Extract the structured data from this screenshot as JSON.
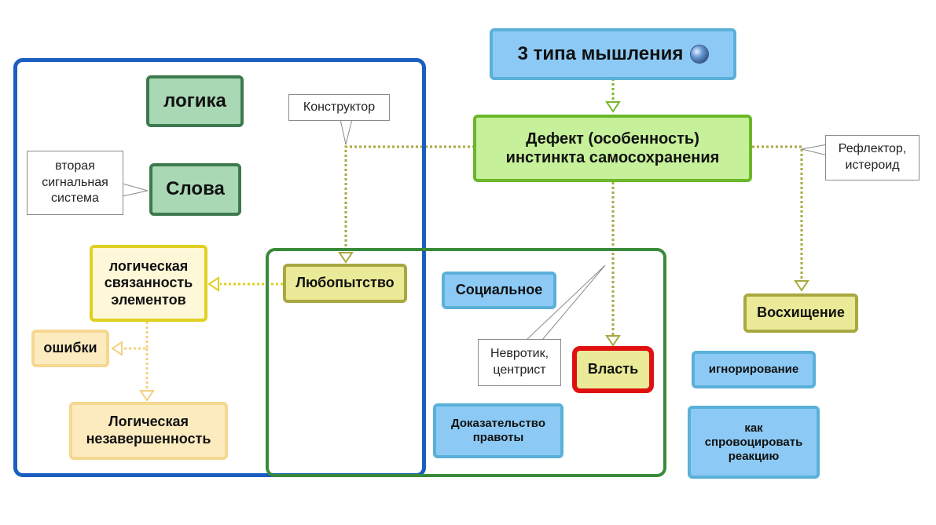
{
  "diagram": {
    "title": "3 типа мышления",
    "title_icon": "globe-icon",
    "core": "Дефект (особенность) инстинкта самосохранения",
    "nodes": {
      "logic": "логика",
      "words": "Слова",
      "curiosity": "Любопытство",
      "logical_connectivity": "логическая связанность элементов",
      "errors": "ошибки",
      "logical_incompleteness": "Логическая незавершенность",
      "social": "Социальное",
      "power": "Власть",
      "proof": "Доказательство правоты",
      "admiration": "Восхищение",
      "ignoring": "игнорирование",
      "provoke": "как спровоцировать реакцию"
    },
    "callouts": {
      "constructor": "Конструктор",
      "second_signal": "вторая сигнальная система",
      "reflector": "Рефлектор, истероид",
      "neurotic": "Невротик, центрист"
    },
    "colors": {
      "blue_frame": "#1a5fbf",
      "green_frame": "#3a8a3a",
      "title_fill": "#8ccaf5",
      "core_fill": "#c6f09a",
      "core_border": "#6ab82a",
      "dashed_link": "#a8a840",
      "power_border": "#e01010"
    }
  }
}
